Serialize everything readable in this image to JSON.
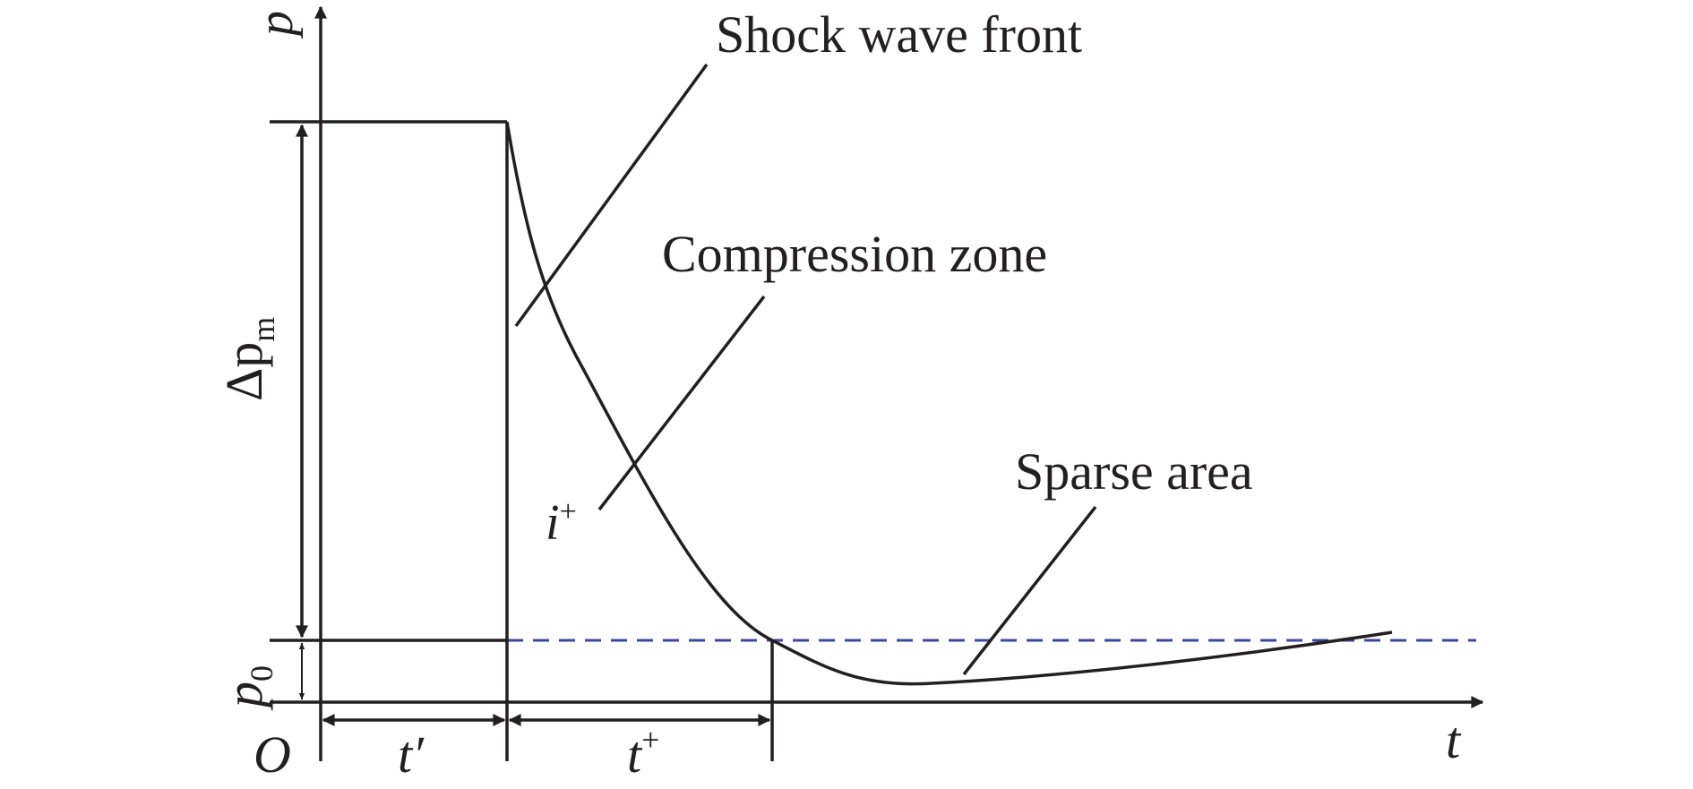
{
  "labels": {
    "shock_front": "Shock wave front",
    "compression": "Compression zone",
    "sparse": "Sparse area",
    "impulse": "i",
    "impulse_sup": "+",
    "y_axis": "p",
    "x_axis": "t",
    "origin": "O",
    "peak_delta": "Δp",
    "peak_delta_sub": "m",
    "ambient": "p",
    "ambient_sub": "0",
    "rise_time": "t′",
    "positive_duration": "t",
    "positive_duration_sup": "+"
  },
  "colors": {
    "line": "#231f20",
    "ambient_dashed": "#3b4a9c"
  }
}
